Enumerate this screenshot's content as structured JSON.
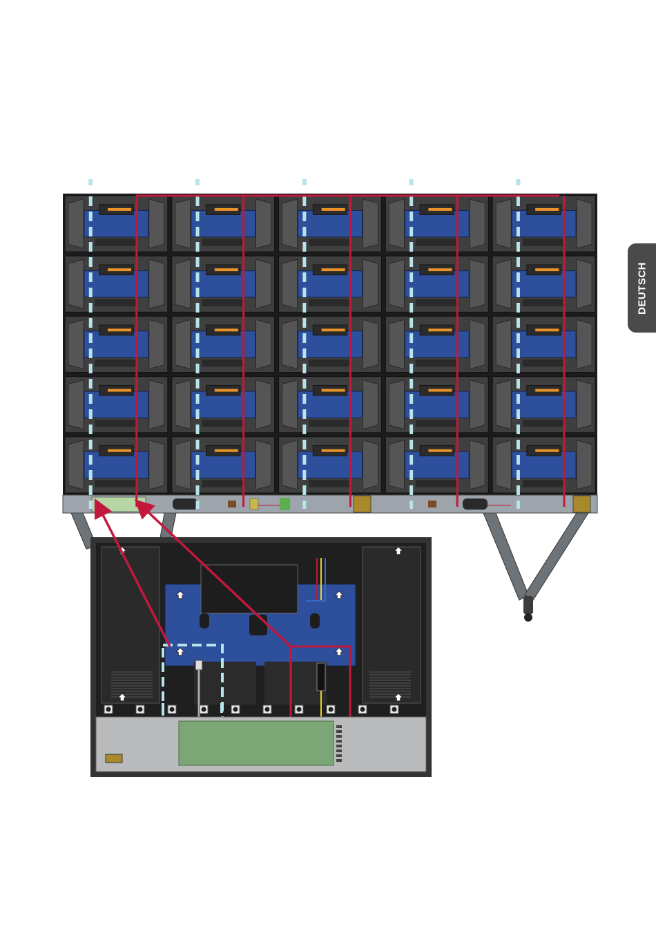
{
  "side_tab": {
    "label": "DEUTSCH"
  },
  "wall": {
    "columns": 5,
    "rows": 5,
    "cabinet_fill": "#3f3f3f",
    "module_fill": "#2e4f9c",
    "connector_color": "#e8922a",
    "signal_cable_color": "#b7e3ea",
    "power_cable_color": "#c2183c",
    "frame_color": "#1c1c1c",
    "bottom_bar_color": "#9ea4ab"
  },
  "detail": {
    "background": "#333333",
    "control_box_color": "#7ba676",
    "highlight_color": "#c2183c"
  },
  "icons": [
    "arrow-up-icon",
    "callout-arrow-icon",
    "cable-plug-icon"
  ]
}
